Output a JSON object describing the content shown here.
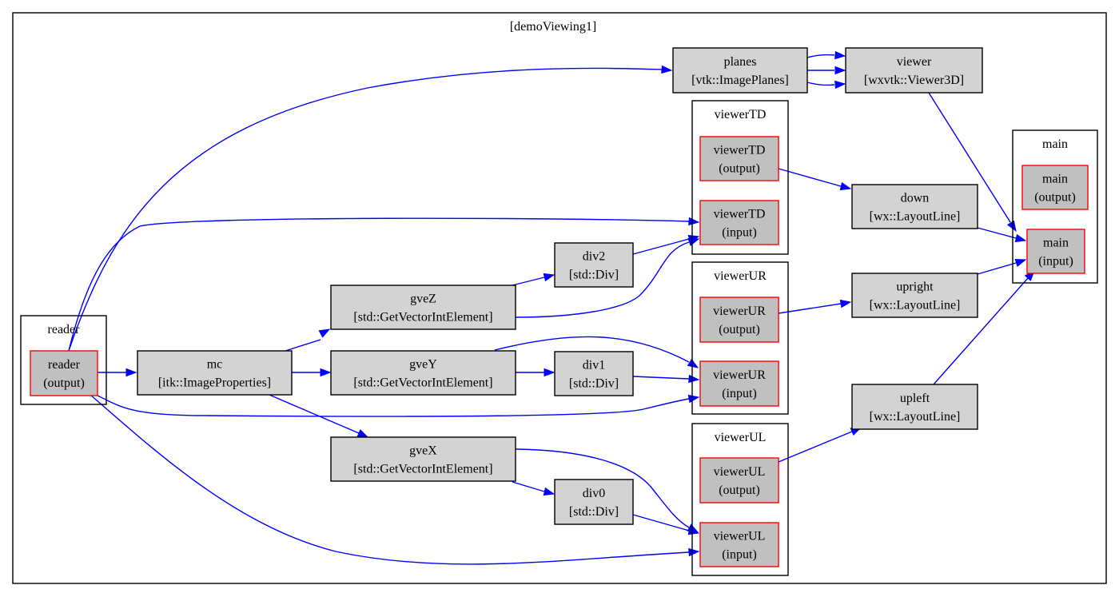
{
  "graph": {
    "title": "[demoViewing1]",
    "edge_color": "#0000ff",
    "node_fill": "#d3d3d3",
    "port_fill": "#c0c0c0",
    "port_border": "#ff0000",
    "clusters": [
      {
        "id": "reader",
        "label": "reader"
      },
      {
        "id": "viewerTD",
        "label": "viewerTD"
      },
      {
        "id": "viewerUR",
        "label": "viewerUR"
      },
      {
        "id": "viewerUL",
        "label": "viewerUL"
      },
      {
        "id": "main",
        "label": "main"
      }
    ],
    "nodes": [
      {
        "id": "reader_out",
        "name": "reader",
        "sub": "(output)",
        "kind": "port"
      },
      {
        "id": "mc",
        "name": "mc",
        "sub": "[itk::ImageProperties]",
        "kind": "node"
      },
      {
        "id": "gveZ",
        "name": "gveZ",
        "sub": "[std::GetVectorIntElement]",
        "kind": "node"
      },
      {
        "id": "gveY",
        "name": "gveY",
        "sub": "[std::GetVectorIntElement]",
        "kind": "node"
      },
      {
        "id": "gveX",
        "name": "gveX",
        "sub": "[std::GetVectorIntElement]",
        "kind": "node"
      },
      {
        "id": "div2",
        "name": "div2",
        "sub": "[std::Div]",
        "kind": "node"
      },
      {
        "id": "div1",
        "name": "div1",
        "sub": "[std::Div]",
        "kind": "node"
      },
      {
        "id": "div0",
        "name": "div0",
        "sub": "[std::Div]",
        "kind": "node"
      },
      {
        "id": "planes",
        "name": "planes",
        "sub": "[vtk::ImagePlanes]",
        "kind": "node"
      },
      {
        "id": "viewer",
        "name": "viewer",
        "sub": "[wxvtk::Viewer3D]",
        "kind": "node"
      },
      {
        "id": "viewerTD_out",
        "name": "viewerTD",
        "sub": "(output)",
        "kind": "port"
      },
      {
        "id": "viewerTD_in",
        "name": "viewerTD",
        "sub": "(input)",
        "kind": "port"
      },
      {
        "id": "viewerUR_out",
        "name": "viewerUR",
        "sub": "(output)",
        "kind": "port"
      },
      {
        "id": "viewerUR_in",
        "name": "viewerUR",
        "sub": "(input)",
        "kind": "port"
      },
      {
        "id": "viewerUL_out",
        "name": "viewerUL",
        "sub": "(output)",
        "kind": "port"
      },
      {
        "id": "viewerUL_in",
        "name": "viewerUL",
        "sub": "(input)",
        "kind": "port"
      },
      {
        "id": "down",
        "name": "down",
        "sub": "[wx::LayoutLine]",
        "kind": "node"
      },
      {
        "id": "upright",
        "name": "upright",
        "sub": "[wx::LayoutLine]",
        "kind": "node"
      },
      {
        "id": "upleft",
        "name": "upleft",
        "sub": "[wx::LayoutLine]",
        "kind": "node"
      },
      {
        "id": "main_out",
        "name": "main",
        "sub": "(output)",
        "kind": "port"
      },
      {
        "id": "main_in",
        "name": "main",
        "sub": "(input)",
        "kind": "port"
      }
    ],
    "edges": [
      {
        "from": "reader_out",
        "to": "mc"
      },
      {
        "from": "reader_out",
        "to": "planes"
      },
      {
        "from": "reader_out",
        "to": "viewerTD_in"
      },
      {
        "from": "reader_out",
        "to": "viewerUR_in"
      },
      {
        "from": "reader_out",
        "to": "viewerUL_in"
      },
      {
        "from": "mc",
        "to": "gveZ"
      },
      {
        "from": "mc",
        "to": "gveY"
      },
      {
        "from": "mc",
        "to": "gveX"
      },
      {
        "from": "gveZ",
        "to": "div2"
      },
      {
        "from": "gveZ",
        "to": "viewerTD_in"
      },
      {
        "from": "gveY",
        "to": "div1"
      },
      {
        "from": "gveY",
        "to": "viewerUR_in"
      },
      {
        "from": "gveX",
        "to": "div0"
      },
      {
        "from": "gveX",
        "to": "viewerUL_in"
      },
      {
        "from": "div2",
        "to": "viewerTD_in"
      },
      {
        "from": "div1",
        "to": "viewerUR_in"
      },
      {
        "from": "div0",
        "to": "viewerUL_in"
      },
      {
        "from": "planes",
        "to": "viewer"
      },
      {
        "from": "planes",
        "to": "viewer"
      },
      {
        "from": "planes",
        "to": "viewer"
      },
      {
        "from": "viewer",
        "to": "main_in"
      },
      {
        "from": "viewerTD_out",
        "to": "down"
      },
      {
        "from": "viewerUR_out",
        "to": "upright"
      },
      {
        "from": "viewerUL_out",
        "to": "upleft"
      },
      {
        "from": "down",
        "to": "main_in"
      },
      {
        "from": "upright",
        "to": "main_in"
      },
      {
        "from": "upleft",
        "to": "main_in"
      }
    ]
  }
}
